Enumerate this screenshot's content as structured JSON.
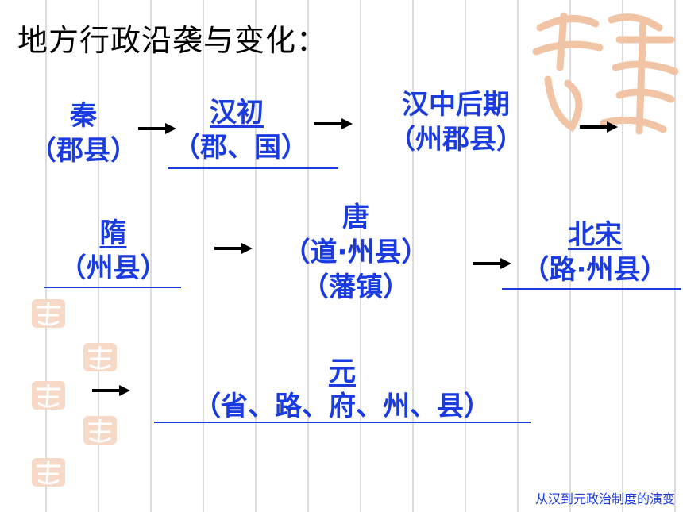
{
  "slide": {
    "title": "地方行政沿袭与变化：",
    "caption": "从汉到元政治制度的演变"
  },
  "stages": {
    "qin": {
      "name": "秦",
      "system": "（郡县）"
    },
    "hanchu": {
      "name": "汉初",
      "system": "（郡、国）"
    },
    "hanzhong": {
      "name": "汉中后期",
      "system": "（州郡县）"
    },
    "sui": {
      "name": "隋",
      "system": "（州县）"
    },
    "tang": {
      "name": "唐",
      "system": "（道·州县）",
      "extra": "（藩镇）"
    },
    "beisong": {
      "name": "北宋",
      "system": "（路·州县）"
    },
    "yuan": {
      "name": "元",
      "system": "（省、路、府、州、县）"
    }
  },
  "colors": {
    "text_blue": "#1a3be0",
    "arrow": "#000000",
    "seal": "#f2c4a6"
  },
  "icons": [
    "arrow-right-icon",
    "auspicious-seal-icon"
  ]
}
